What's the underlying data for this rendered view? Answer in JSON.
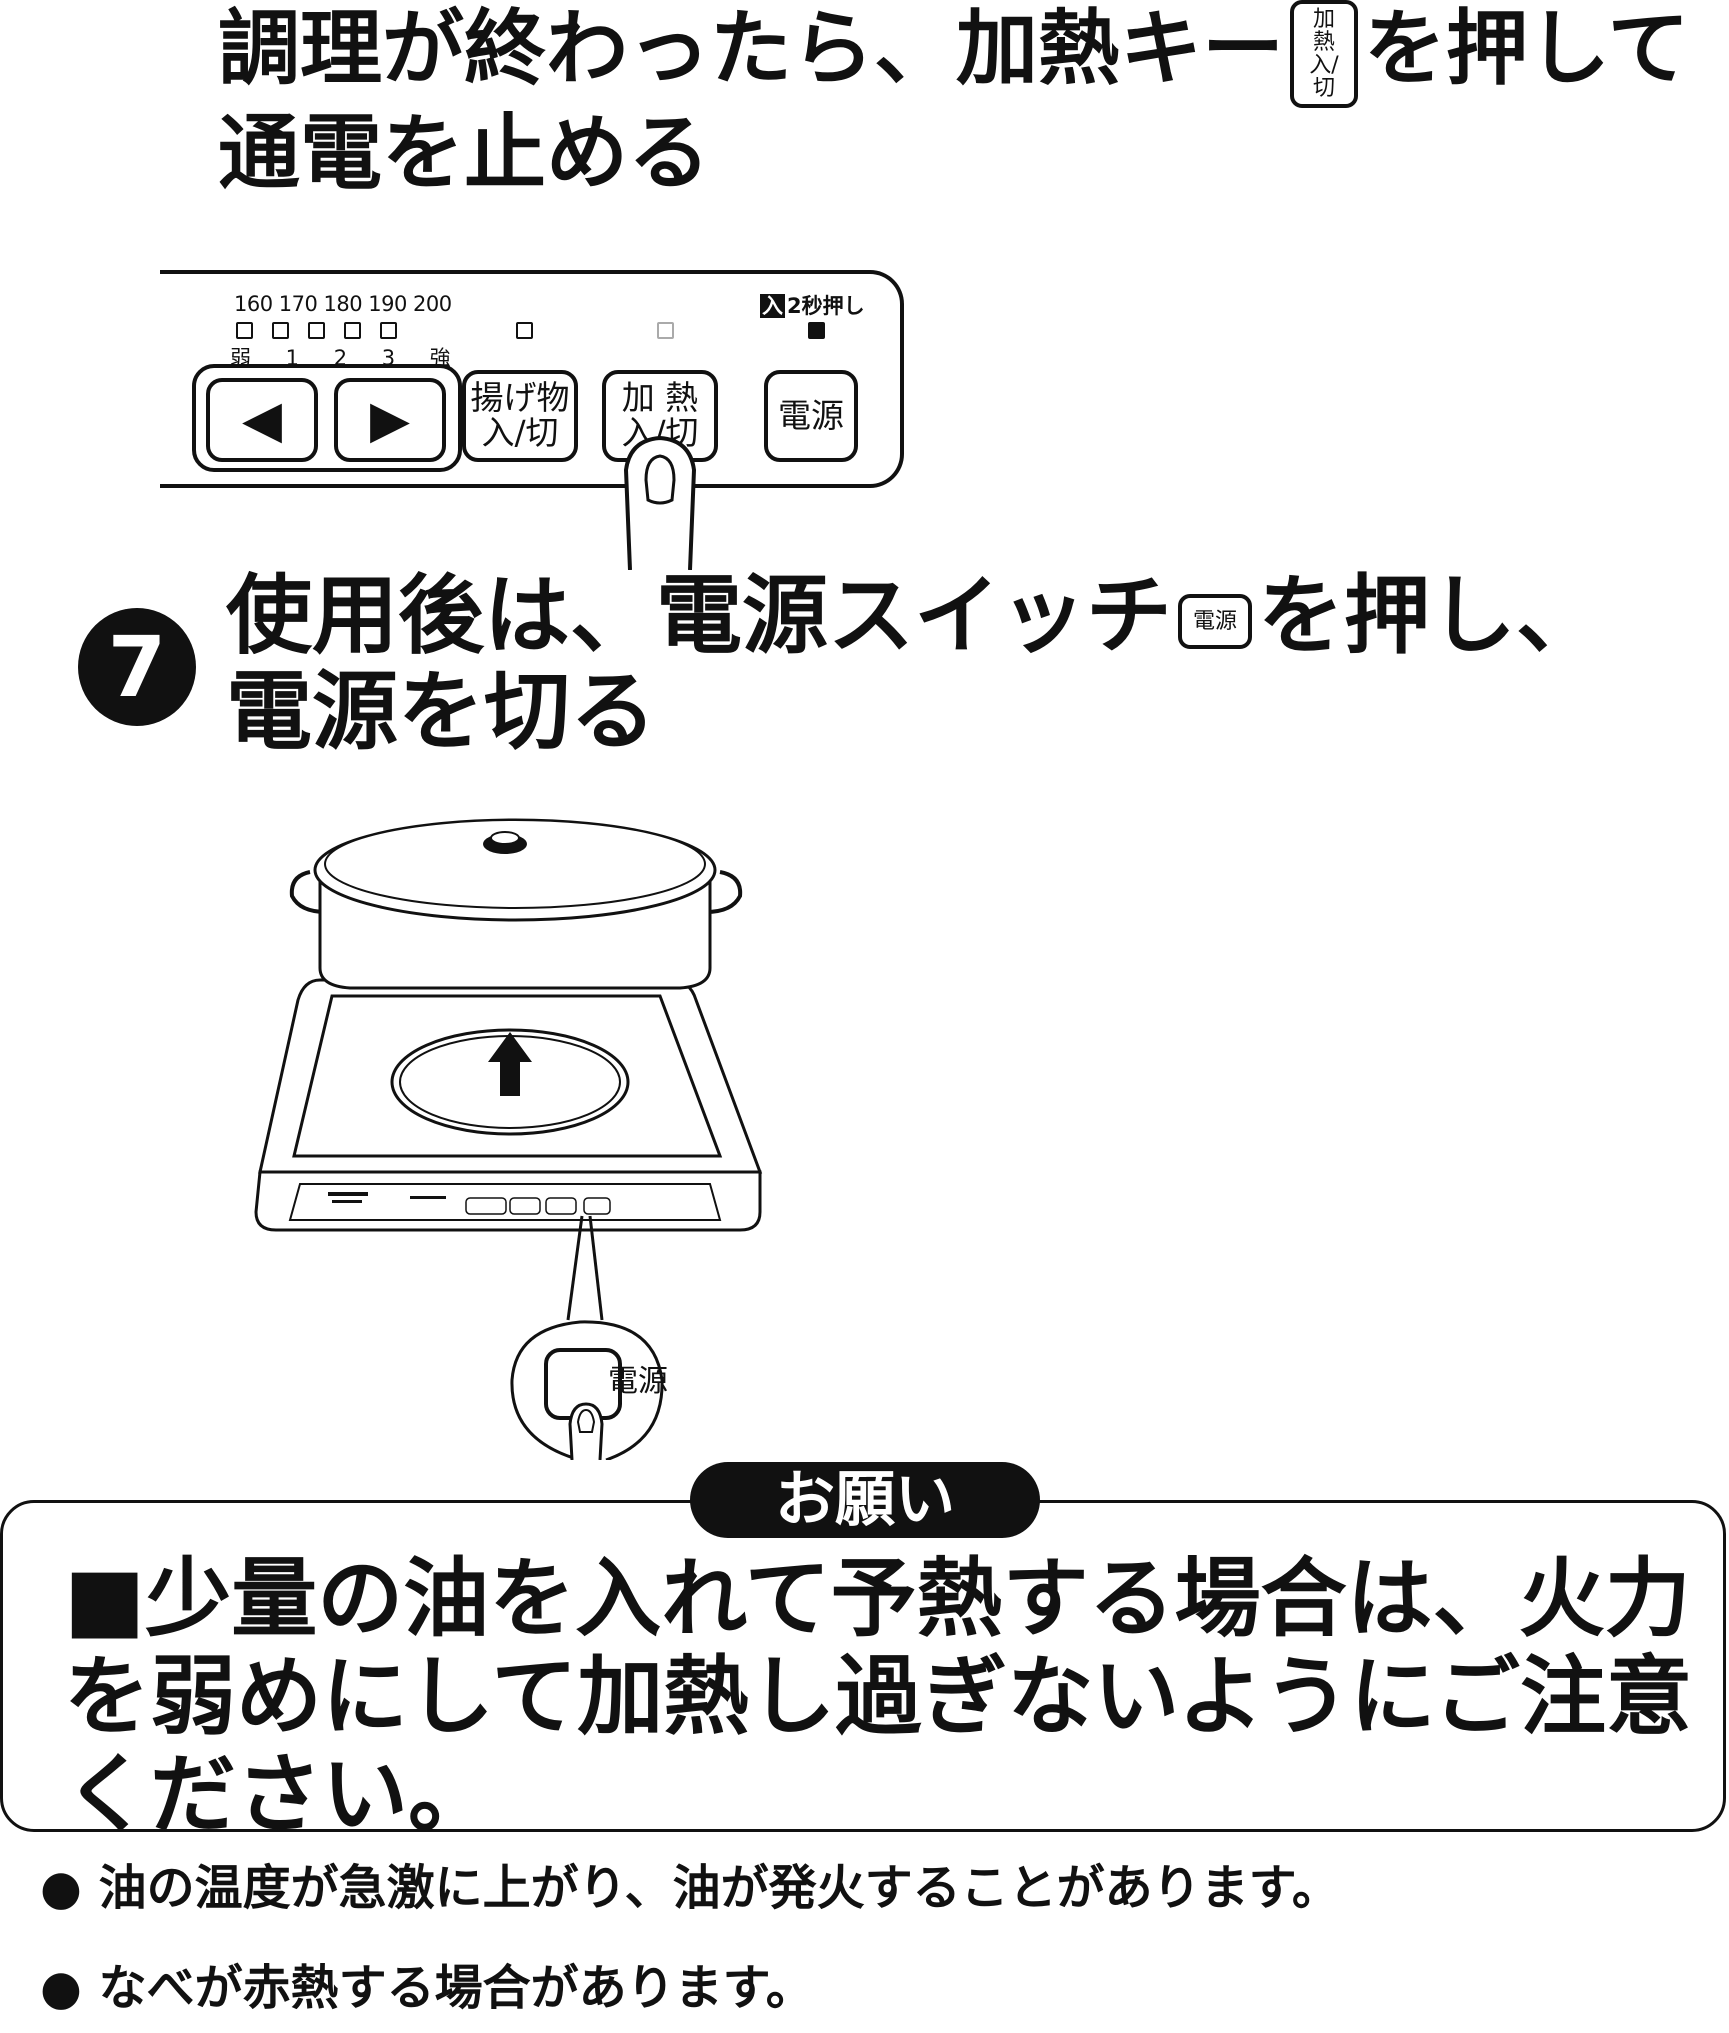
{
  "step6": {
    "text_before": "調理が終わったら、加熱キー",
    "key_line1": "加 熱",
    "key_line2": "入/切",
    "text_after": "を押して",
    "line2": "通電を止める"
  },
  "control_panel": {
    "temps": "160 170 180 190 200",
    "levels": "弱 1 2 3 強",
    "hint_box": "入",
    "hint_text": "2秒押し",
    "left_arrow": "◀",
    "right_arrow": "▶",
    "fry_key_line1": "揚げ物",
    "fry_key_line2": "入/切",
    "heat_key_line1": "加 熱",
    "heat_key_line2": "入/切",
    "power_key": "電源"
  },
  "step7": {
    "number": "7",
    "text_before": "使用後は、電源スイッチ",
    "key": "電源",
    "text_after": "を押し、",
    "line2": "電源を切る"
  },
  "stove_panel_power_key": "電源",
  "notice": {
    "label": "お願い",
    "body": "■少量の油を入れて予熱する場合は、火力を弱めにして加熱し過ぎないようにご注意ください。"
  },
  "bullets": [
    "● 油の温度が急激に上がり、油が発火することがあります。",
    "● なべが赤熱する場合があります。"
  ]
}
